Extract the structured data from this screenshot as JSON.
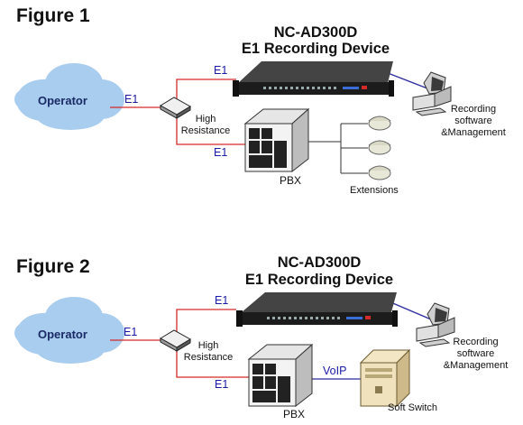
{
  "figures": [
    {
      "title": "Figure 1",
      "device_model": "NC-AD300D",
      "device_name": "E1 Recording Device",
      "operator_label": "Operator",
      "link_operator": "E1",
      "link_device": "E1",
      "link_pbx": "E1",
      "splitter_label_1": "High",
      "splitter_label_2": "Resistance",
      "pbx_label": "PBX",
      "pc_label_1": "Recording",
      "pc_label_2": "software",
      "pc_label_3": "&Management",
      "extensions_label": "Extensions"
    },
    {
      "title": "Figure 2",
      "device_model": "NC-AD300D",
      "device_name": "E1 Recording Device",
      "operator_label": "Operator",
      "link_operator": "E1",
      "link_device": "E1",
      "link_pbx": "E1",
      "splitter_label_1": "High",
      "splitter_label_2": "Resistance",
      "pbx_label": "PBX",
      "pc_label_1": "Recording",
      "pc_label_2": "software",
      "pc_label_3": "&Management",
      "voip_label": "VoIP",
      "softswitch_label": "Soft Switch"
    }
  ],
  "colors": {
    "e1_line": "#d42a2a",
    "data_line": "#2a2aa0",
    "cloud": "#a9cdee",
    "device_body": "#1c1c1c"
  }
}
